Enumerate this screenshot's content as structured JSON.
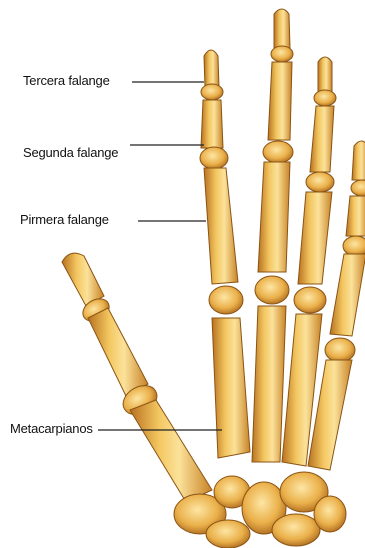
{
  "labels": {
    "third_phalanx": "Tercera falange",
    "second_phalanx": "Segunda falange",
    "first_phalanx": "Pirmera falange",
    "metacarpals": "Metacarpianos"
  },
  "colors": {
    "bone_light": "#f6d27a",
    "bone_mid": "#e7a93a",
    "bone_dark": "#a8651b",
    "outline": "#7a4a12",
    "leader_line": "#222222"
  }
}
